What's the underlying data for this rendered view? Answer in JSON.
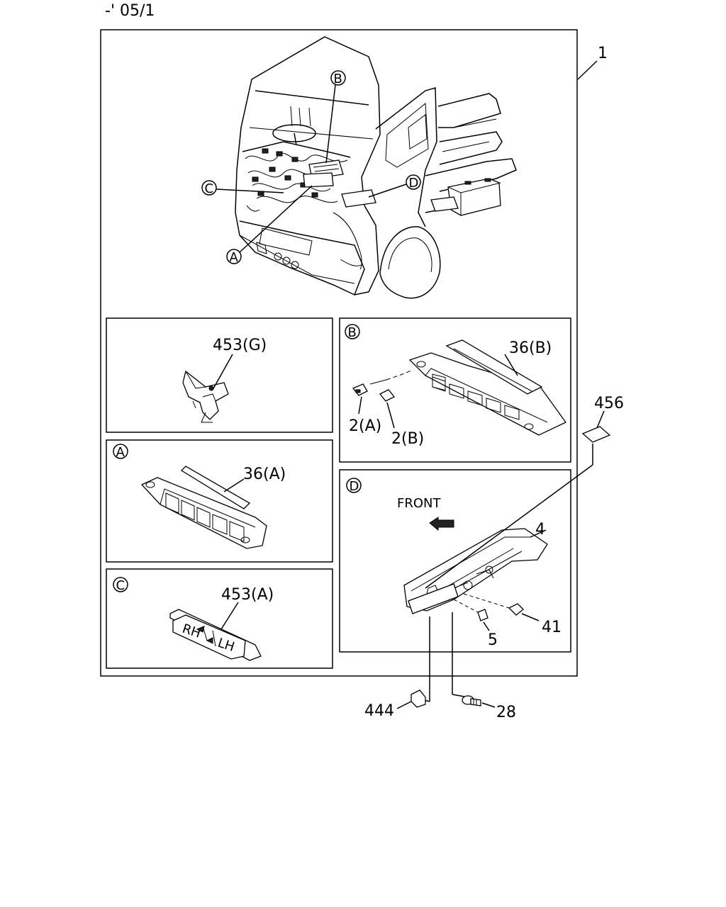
{
  "header": {
    "code": "-' 05/1"
  },
  "callouts": {
    "main": "1",
    "p453g": "453(G)",
    "p36b": "36(B)",
    "p2a": "2(A)",
    "p2b": "2(B)",
    "p456": "456",
    "p36a": "36(A)",
    "p4": "4",
    "p41": "41",
    "p5": "5",
    "p453a": "453(A)",
    "p444": "444",
    "p28": "28"
  },
  "markers": {
    "a": "A",
    "b": "B",
    "c": "C",
    "d": "D"
  },
  "texts": {
    "front": "FRONT",
    "rh": "RH",
    "lh": "LH"
  }
}
